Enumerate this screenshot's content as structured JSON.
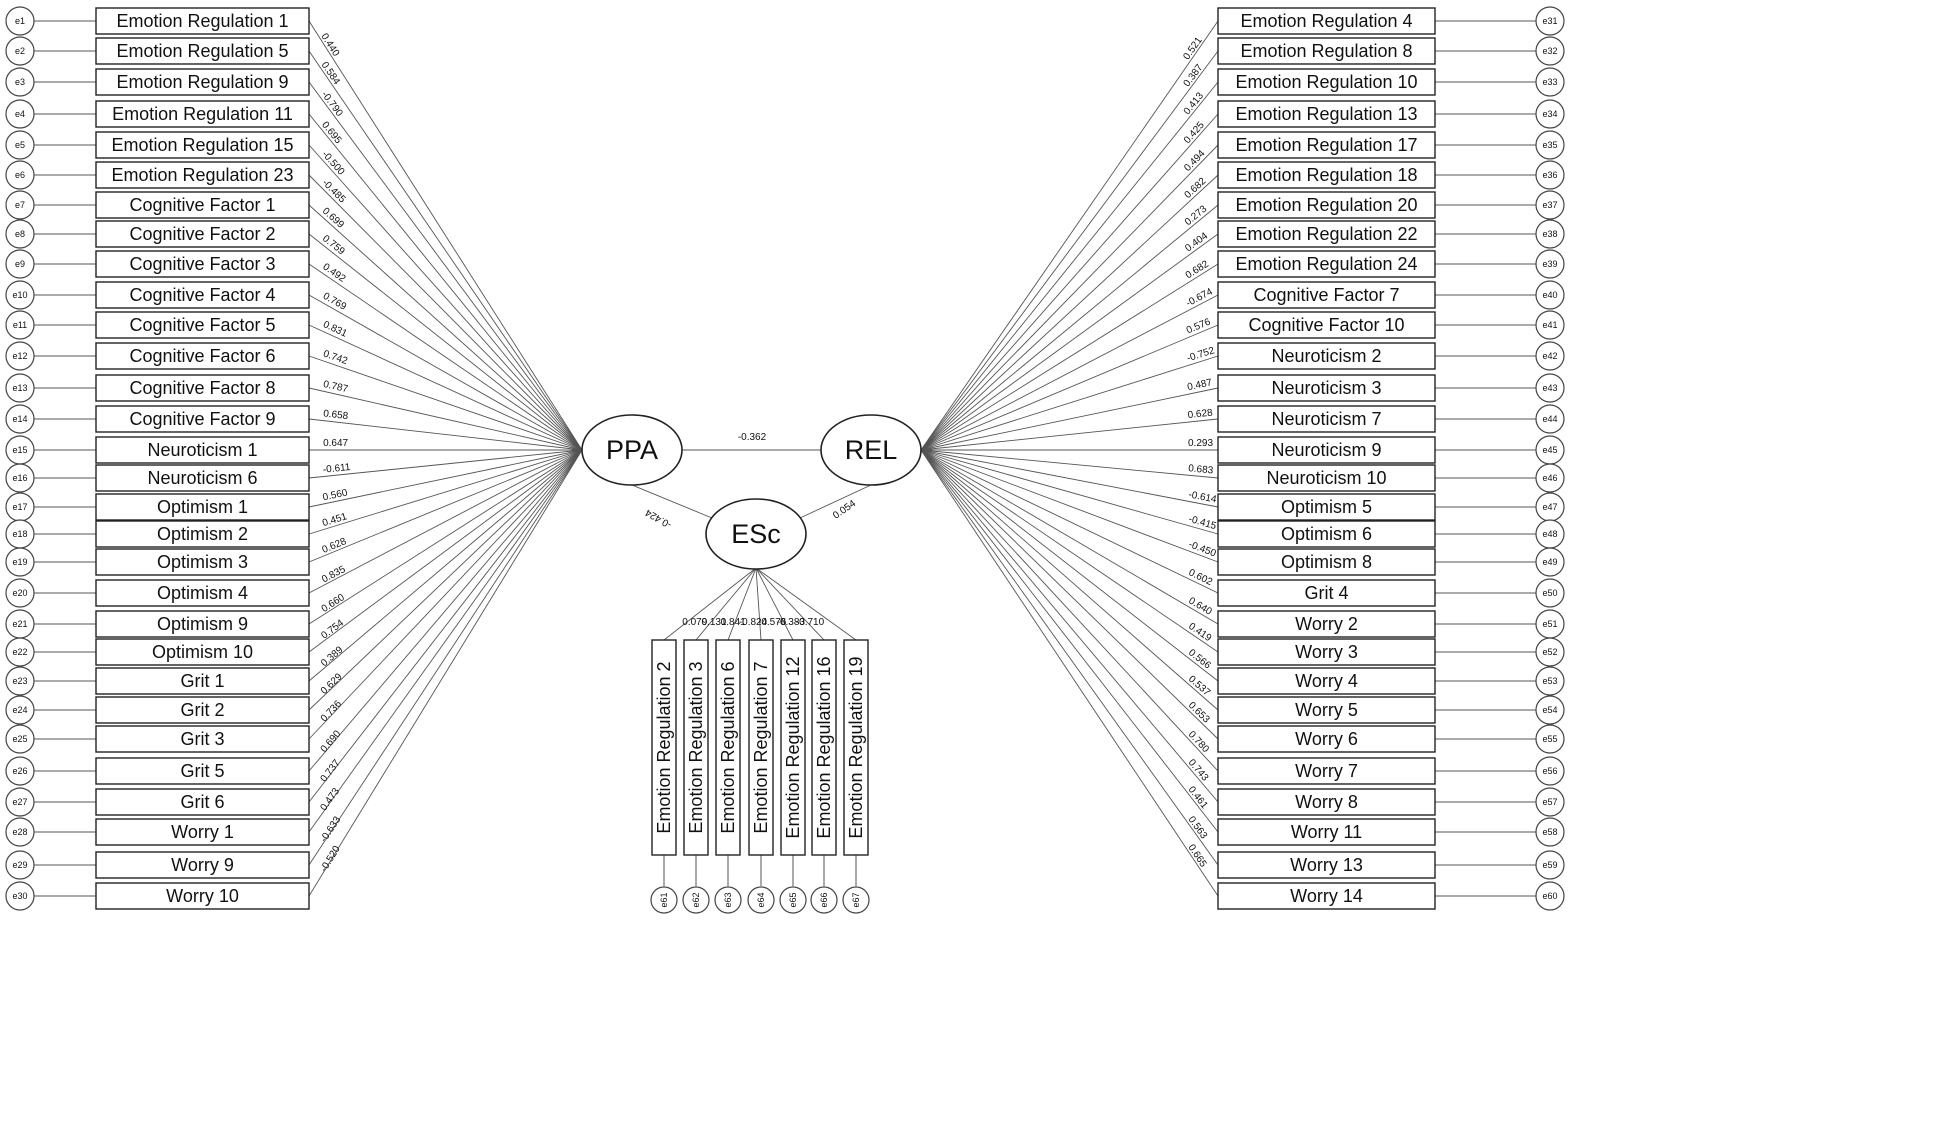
{
  "latents": [
    {
      "id": "PPA",
      "label": "PPA"
    },
    {
      "id": "REL",
      "label": "REL"
    },
    {
      "id": "ESc",
      "label": "ESc"
    }
  ],
  "correlations": [
    {
      "from": "PPA",
      "to": "REL",
      "value": "-0.362"
    },
    {
      "from": "PPA",
      "to": "ESc",
      "value": "-0.424"
    },
    {
      "from": "REL",
      "to": "ESc",
      "value": "0.054"
    }
  ],
  "left_items": [
    {
      "label": "Emotion Regulation 1",
      "error": "e1",
      "loading": "0.440"
    },
    {
      "label": "Emotion Regulation 5",
      "error": "e2",
      "loading": "0.584"
    },
    {
      "label": "Emotion Regulation 9",
      "error": "e3",
      "loading": "-0.790"
    },
    {
      "label": "Emotion Regulation 11",
      "error": "e4",
      "loading": "0.695"
    },
    {
      "label": "Emotion Regulation 15",
      "error": "e5",
      "loading": "-0.500"
    },
    {
      "label": "Emotion Regulation 23",
      "error": "e6",
      "loading": "-0.485"
    },
    {
      "label": "Cognitive Factor 1",
      "error": "e7",
      "loading": "0.699"
    },
    {
      "label": "Cognitive Factor 2",
      "error": "e8",
      "loading": "0.759"
    },
    {
      "label": "Cognitive Factor 3",
      "error": "e9",
      "loading": "0.492"
    },
    {
      "label": "Cognitive Factor 4",
      "error": "e10",
      "loading": "0.769"
    },
    {
      "label": "Cognitive Factor 5",
      "error": "e11",
      "loading": "0.831"
    },
    {
      "label": "Cognitive Factor 6",
      "error": "e12",
      "loading": "0.742"
    },
    {
      "label": "Cognitive Factor 8",
      "error": "e13",
      "loading": "0.787"
    },
    {
      "label": "Cognitive Factor 9",
      "error": "e14",
      "loading": "0.658"
    },
    {
      "label": "Neuroticism 1",
      "error": "e15",
      "loading": "0.647"
    },
    {
      "label": "Neuroticism 6",
      "error": "e16",
      "loading": "-0.611"
    },
    {
      "label": "Optimism 1",
      "error": "e17",
      "loading": "0.560"
    },
    {
      "label": "Optimism 2",
      "error": "e18",
      "loading": "0.451"
    },
    {
      "label": "Optimism 3",
      "error": "e19",
      "loading": "0.628"
    },
    {
      "label": "Optimism 4",
      "error": "e20",
      "loading": "0.835"
    },
    {
      "label": "Optimism 9",
      "error": "e21",
      "loading": "0.660"
    },
    {
      "label": "Optimism 10",
      "error": "e22",
      "loading": "0.754"
    },
    {
      "label": "Grit 1",
      "error": "e23",
      "loading": "0.389"
    },
    {
      "label": "Grit 2",
      "error": "e24",
      "loading": "0.629"
    },
    {
      "label": "Grit 3",
      "error": "e25",
      "loading": "0.736"
    },
    {
      "label": "Grit 5",
      "error": "e26",
      "loading": "0.690"
    },
    {
      "label": "Grit 6",
      "error": "e27",
      "loading": "0.737"
    },
    {
      "label": "Worry 1",
      "error": "e28",
      "loading": "0.473"
    },
    {
      "label": "Worry 9",
      "error": "e29",
      "loading": "-0.633"
    },
    {
      "label": "Worry 10",
      "error": "e30",
      "loading": "-0.520"
    }
  ],
  "right_items": [
    {
      "label": "Emotion Regulation 4",
      "error": "e31",
      "loading": "0.521"
    },
    {
      "label": "Emotion Regulation 8",
      "error": "e32",
      "loading": "0.387"
    },
    {
      "label": "Emotion Regulation 10",
      "error": "e33",
      "loading": "0.413"
    },
    {
      "label": "Emotion Regulation 13",
      "error": "e34",
      "loading": "0.425"
    },
    {
      "label": "Emotion Regulation 17",
      "error": "e35",
      "loading": "0.494"
    },
    {
      "label": "Emotion Regulation 18",
      "error": "e36",
      "loading": "0.682"
    },
    {
      "label": "Emotion Regulation 20",
      "error": "e37",
      "loading": "0.273"
    },
    {
      "label": "Emotion Regulation 22",
      "error": "e38",
      "loading": "0.404"
    },
    {
      "label": "Emotion Regulation 24",
      "error": "e39",
      "loading": "0.682"
    },
    {
      "label": "Cognitive Factor 7",
      "error": "e40",
      "loading": "-0.674"
    },
    {
      "label": "Cognitive Factor 10",
      "error": "e41",
      "loading": "0.576"
    },
    {
      "label": "Neuroticism 2",
      "error": "e42",
      "loading": "-0.752"
    },
    {
      "label": "Neuroticism 3",
      "error": "e43",
      "loading": "0.487"
    },
    {
      "label": "Neuroticism 7",
      "error": "e44",
      "loading": "0.628"
    },
    {
      "label": "Neuroticism 9",
      "error": "e45",
      "loading": "0.293"
    },
    {
      "label": "Neuroticism 10",
      "error": "e46",
      "loading": "0.683"
    },
    {
      "label": "Optimism 5",
      "error": "e47",
      "loading": "-0.614"
    },
    {
      "label": "Optimism 6",
      "error": "e48",
      "loading": "-0.415"
    },
    {
      "label": "Optimism 8",
      "error": "e49",
      "loading": "-0.450"
    },
    {
      "label": "Grit 4",
      "error": "e50",
      "loading": "0.602"
    },
    {
      "label": "Worry 2",
      "error": "e51",
      "loading": "0.640"
    },
    {
      "label": "Worry 3",
      "error": "e52",
      "loading": "0.419"
    },
    {
      "label": "Worry 4",
      "error": "e53",
      "loading": "0.566"
    },
    {
      "label": "Worry 5",
      "error": "e54",
      "loading": "0.537"
    },
    {
      "label": "Worry 6",
      "error": "e55",
      "loading": "0.653"
    },
    {
      "label": "Worry 7",
      "error": "e56",
      "loading": "0.780"
    },
    {
      "label": "Worry 8",
      "error": "e57",
      "loading": "0.743"
    },
    {
      "label": "Worry 11",
      "error": "e58",
      "loading": "0.461"
    },
    {
      "label": "Worry 13",
      "error": "e59",
      "loading": "0.563"
    },
    {
      "label": "Worry 14",
      "error": "e60",
      "loading": "0.665"
    }
  ],
  "bottom_items": [
    {
      "label": "Emotion Regulation 2",
      "error": "e61",
      "loading": "0.079"
    },
    {
      "label": "Emotion Regulation 3",
      "error": "e62",
      "loading": "0.131"
    },
    {
      "label": "Emotion Regulation 6",
      "error": "e63",
      "loading": "0.841"
    },
    {
      "label": "Emotion Regulation 7",
      "error": "e64",
      "loading": "-0.824"
    },
    {
      "label": "Emotion Regulation 12",
      "error": "e65",
      "loading": "-0.576"
    },
    {
      "label": "Emotion Regulation 16",
      "error": "e66",
      "loading": "-0.383"
    },
    {
      "label": "Emotion Regulation 19",
      "error": "e67",
      "loading": "-0.710"
    }
  ]
}
